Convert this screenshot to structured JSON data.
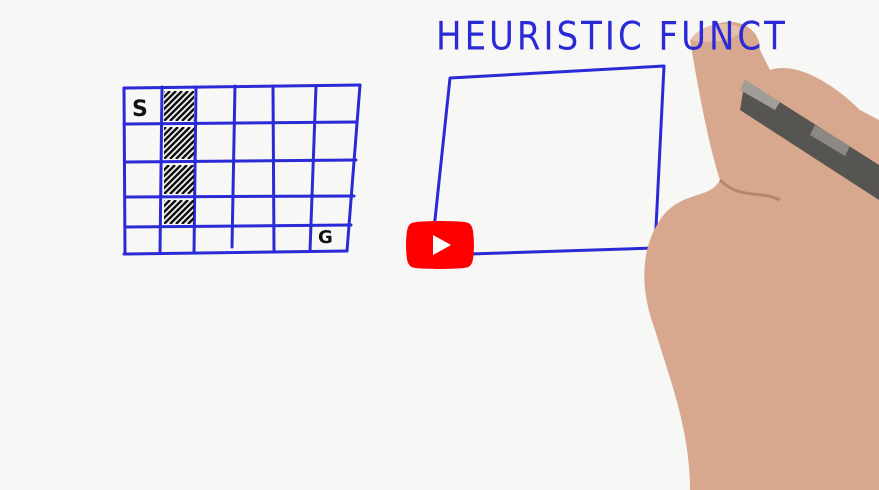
{
  "whiteboard": {
    "heading": "HEURISTIC FUNCT",
    "grid": {
      "start_label": "S",
      "goal_label": "G",
      "hatched_cells": [
        [
          0,
          1
        ],
        [
          1,
          1
        ],
        [
          2,
          1
        ],
        [
          3,
          1
        ]
      ]
    },
    "pen_color": "#2a2ad6"
  },
  "player": {
    "play_icon": "play-icon",
    "brand_color": "#ff0000"
  }
}
